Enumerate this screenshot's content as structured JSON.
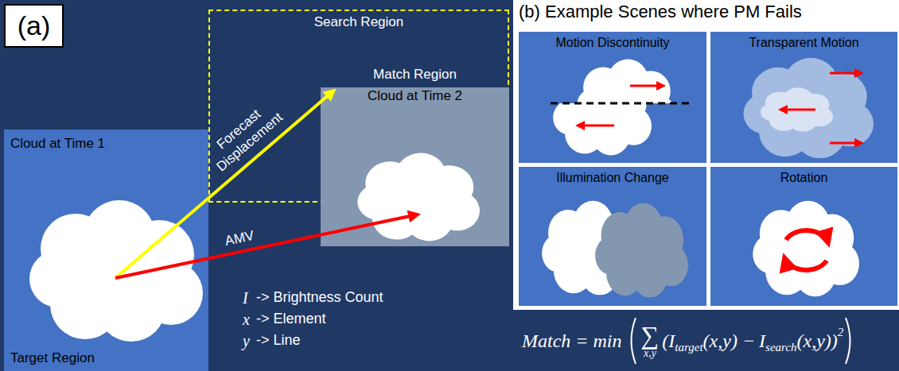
{
  "diagram": {
    "nodes": [
      {
        "text": [
          "(a)"
        ]
      },
      {
        "text": [
          "Search Region"
        ]
      },
      {
        "text": [
          "Match Region",
          "Cloud at Time 2"
        ],
        "in": 1
      },
      {
        "text": [
          "Cloud at Time 1",
          "Target Region"
        ]
      },
      {
        "text": [
          "Motion Discontinuity"
        ]
      },
      {
        "text": [
          "Transparent Motion"
        ]
      },
      {
        "text": [
          "Illumination Change"
        ]
      },
      {
        "text": [
          "Rotation"
        ]
      }
    ],
    "edges": [
      {
        "from": 3,
        "to": 2,
        "arrow": "to",
        "label": "Forecast Displacement"
      },
      {
        "from": 3,
        "to": 2,
        "arrow": "to",
        "label": "AMV"
      }
    ],
    "labels": [
      "(b) Example Scenes where PM Fails",
      "I",
      "-> Brightness Count",
      "x",
      "-> Element",
      "y",
      "-> Line",
      "Match = min",
      "∑",
      "x,y",
      "(",
      "I",
      "target",
      "(x,y) −",
      "I",
      "search",
      "(x,y)",
      ")",
      "2"
    ]
  }
}
